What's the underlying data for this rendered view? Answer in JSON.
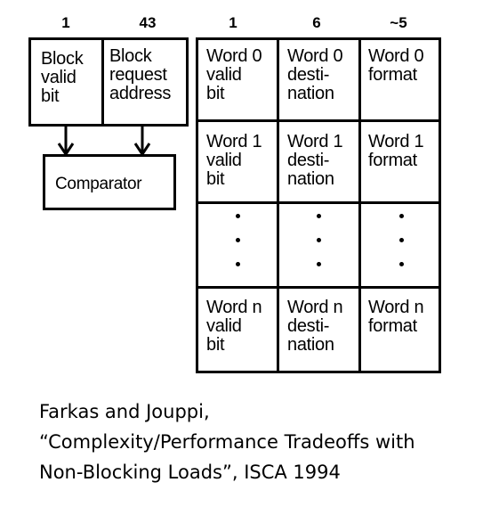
{
  "header_bits": {
    "block_valid": "1",
    "block_address": "43",
    "word_valid": "1",
    "word_destination": "6",
    "word_format": "~5"
  },
  "block_entry": {
    "valid_bit": "Block\nvalid\nbit",
    "request_address": "Block\nrequest\naddress"
  },
  "comparator": {
    "label": "Comparator"
  },
  "word_rows": [
    {
      "valid": "Word 0\nvalid\nbit",
      "destination": "Word 0\ndesti-\nnation",
      "format": "Word 0\nformat"
    },
    {
      "valid": "Word 1\nvalid\nbit",
      "destination": "Word 1\ndesti-\nnation",
      "format": "Word 1\nformat"
    },
    {
      "valid": "Word n\nvalid\nbit",
      "destination": "Word n\ndesti-\nnation",
      "format": "Word n\nformat"
    }
  ],
  "caption": {
    "line1": "Farkas and Jouppi,",
    "line2": "“Complexity/Performance Tradeoffs with",
    "line3": "Non-Blocking Loads”, ISCA 1994"
  }
}
